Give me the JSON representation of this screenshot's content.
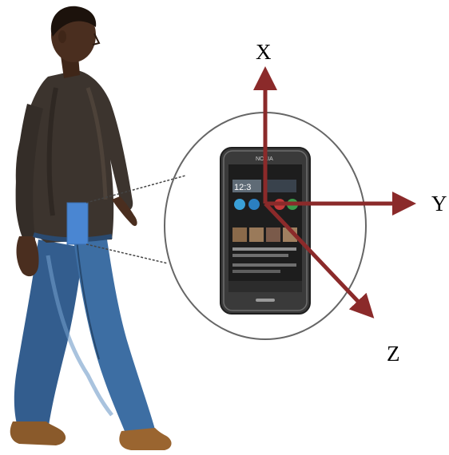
{
  "diagram": {
    "axes": {
      "x_label": "X",
      "y_label": "Y",
      "z_label": "Z",
      "color": "#8b2a2a"
    },
    "phone": {
      "brand": "NOKIA",
      "clock": "12:3"
    },
    "colors": {
      "shirt": "#3c342e",
      "jeans": "#39679a",
      "skin": "#4a2e1f",
      "shoes": "#8a5a2b",
      "phone_marker": "#4a86d2",
      "circle_stroke": "#666666"
    }
  }
}
